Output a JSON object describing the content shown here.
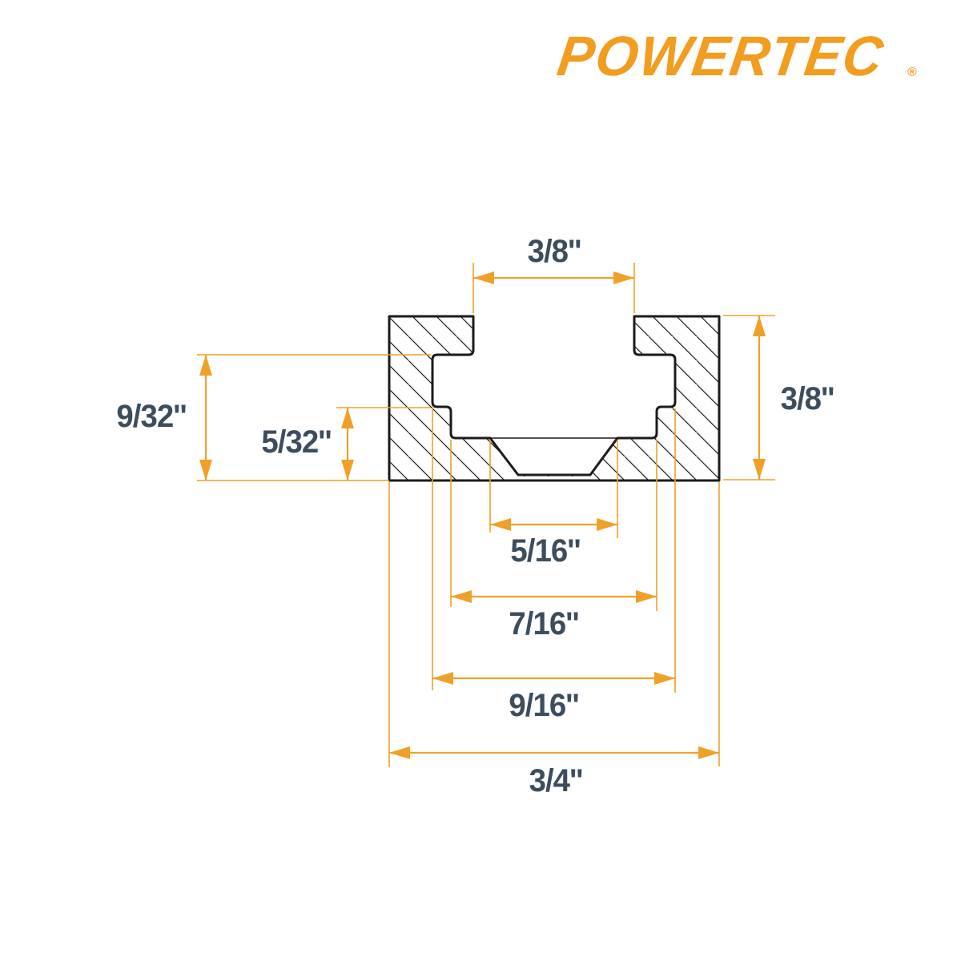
{
  "page": {
    "background_color": "#ffffff"
  },
  "brand": {
    "logo_text": "POWERTEC",
    "registered_mark": "®",
    "logo_color": "#F29D1F"
  },
  "diagram": {
    "colors": {
      "outline": "#1b1b1b",
      "dimension_lines": "#F0A028",
      "label_text": "#3D4D5C"
    },
    "dimensions": {
      "slot_opening_width": "3/8''",
      "overall_height": "3/8''",
      "cavity_depth": "9/32''",
      "lower_step_depth": "5/32''",
      "countersink_width": "5/16''",
      "slot_floor_width": "7/16''",
      "cavity_width": "9/16''",
      "overall_width": "3/4''"
    }
  }
}
